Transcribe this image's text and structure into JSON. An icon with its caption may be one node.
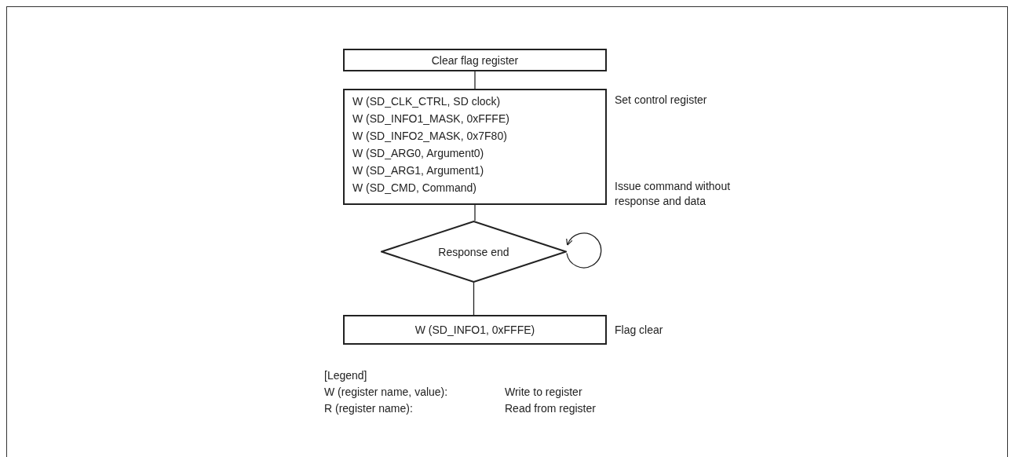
{
  "diagram": {
    "nodes": [
      {
        "text": [
          "Clear flag register"
        ]
      },
      {
        "text": [
          "W (SD_CLK_CTRL, SD clock)",
          "W (SD_INFO1_MASK, 0xFFFE)",
          "W (SD_INFO2_MASK, 0x7F80)",
          "W (SD_ARG0, Argument0)",
          "W (SD_ARG1, Argument1)",
          "W (SD_CMD, Command)"
        ],
        "beside": [
          "Set control register",
          "Issue command without response and data"
        ]
      },
      {
        "text": [
          "Response end"
        ]
      },
      {
        "text": [
          "W (SD_INFO1, 0xFFFE)"
        ],
        "beside": [
          "Flag clear"
        ]
      }
    ],
    "edges": [
      {
        "from": 0,
        "to": 1,
        "arrow": "none"
      },
      {
        "from": 1,
        "to": 2,
        "arrow": "none"
      },
      {
        "from": 2,
        "to": 2,
        "arrow": "to"
      },
      {
        "from": 2,
        "to": 3,
        "arrow": "none"
      }
    ],
    "labels": [
      "[Legend]",
      "W (register name, value):",
      "Write to register",
      "R (register name):",
      "Read from register"
    ]
  }
}
